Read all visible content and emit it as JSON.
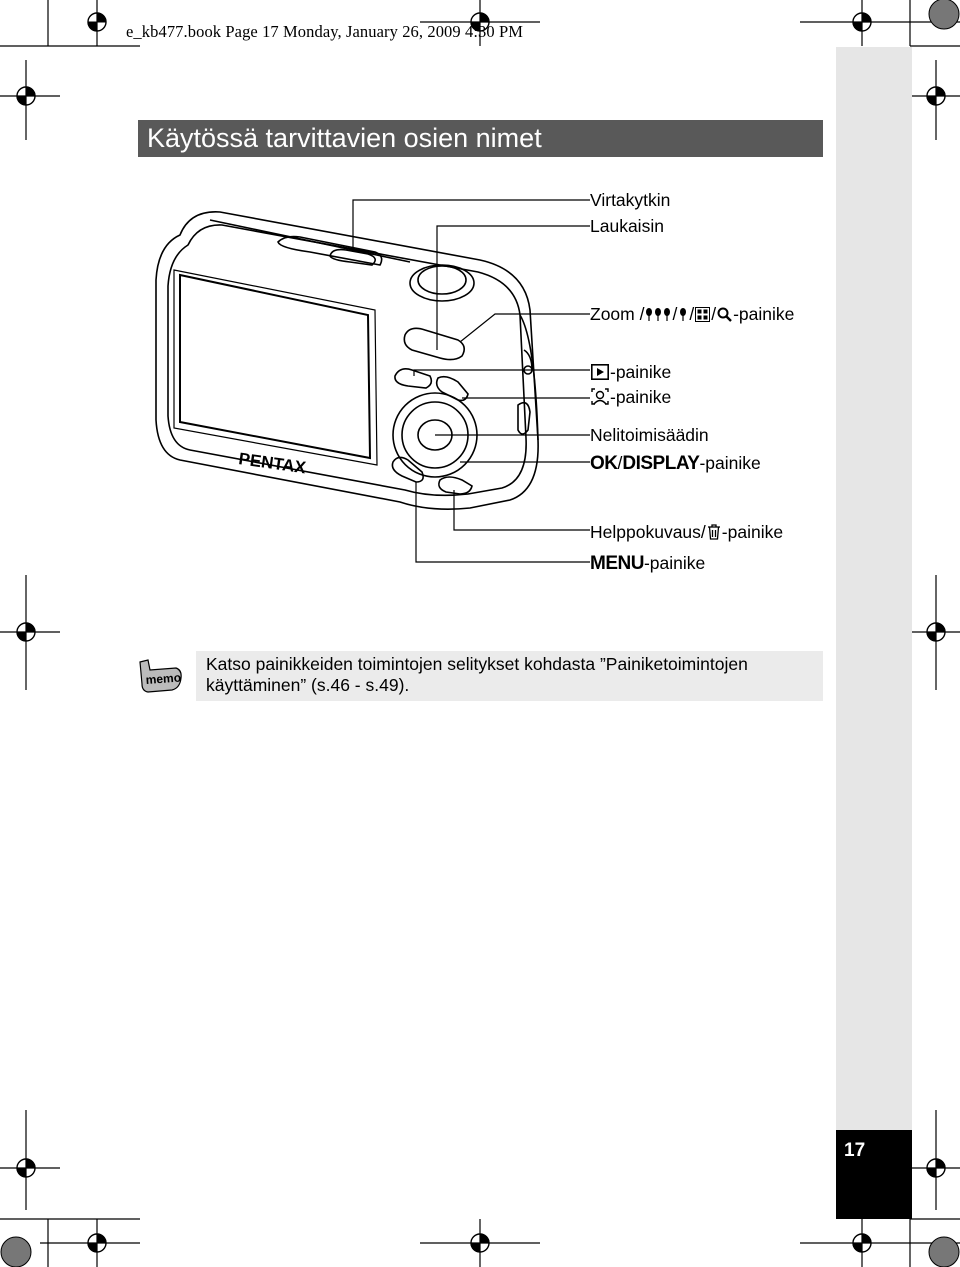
{
  "header": {
    "file_line": "e_kb477.book  Page 17  Monday, January 26, 2009  4:30 PM"
  },
  "section": {
    "title": "Käytössä tarvittavien osien nimet"
  },
  "parts": {
    "power_switch": "Virtakytkin",
    "shutter": "Laukaisin",
    "zoom_prefix": "Zoom /",
    "zoom_suffix": "-painike",
    "playback_suffix": "-painike",
    "face_suffix": "-painike",
    "four_way": "Nelitoimisäädin",
    "ok_word": "OK",
    "display_word": "DISPLAY",
    "ok_display_suffix": "-painike",
    "green_prefix": "Helppokuvaus/",
    "green_suffix": "-painike",
    "menu_word": "MENU",
    "menu_suffix": "-painike"
  },
  "camera": {
    "brand": "PENTAX"
  },
  "memo": {
    "icon_label": "memo",
    "text": "Katso painikkeiden toimintojen selitykset kohdasta ”Painiketoimintojen\nkäyttäminen” (s.46 - s.49)."
  },
  "page": {
    "number": "17"
  },
  "icons": [
    "zoom-icon",
    "playback-icon",
    "face-recognition-icon",
    "trash-icon",
    "memo-icon",
    "registration-mark-icon"
  ]
}
